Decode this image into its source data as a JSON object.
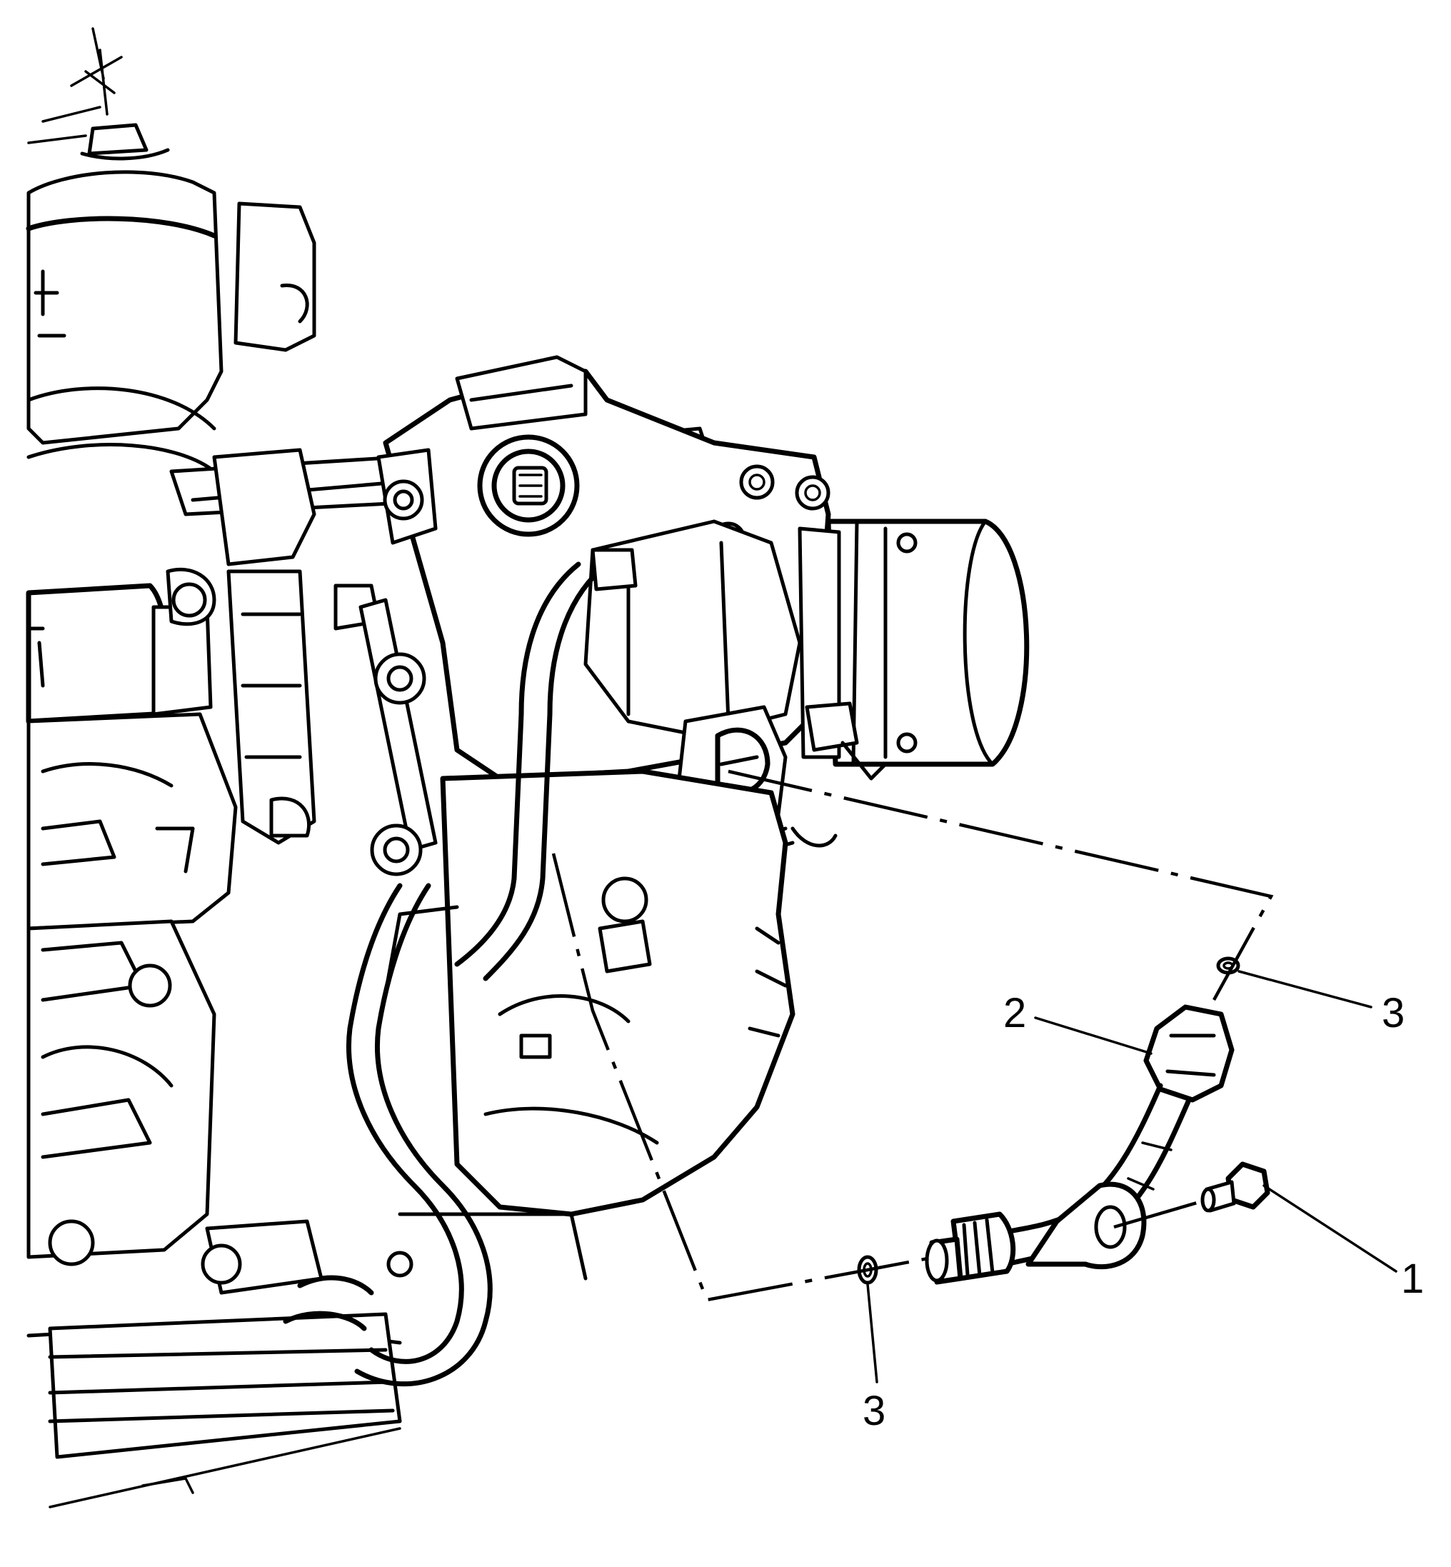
{
  "callouts": {
    "c1": "1",
    "c2": "2",
    "c3_upper": "3",
    "c3_lower": "3"
  },
  "colors": {
    "line": "#000000",
    "background": "#ffffff"
  }
}
